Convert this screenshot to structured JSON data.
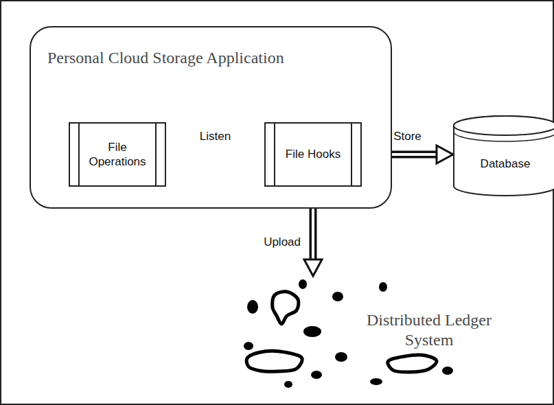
{
  "diagram": {
    "nodes": [
      {
        "text": [
          "Personal Cloud Storage Application"
        ]
      },
      {
        "text": [
          "File Operations"
        ],
        "in": 0
      },
      {
        "text": [
          "File Hooks"
        ],
        "in": 0
      },
      {
        "text": [
          "Database"
        ]
      },
      {
        "text": [
          "Distributed Ledger System"
        ]
      }
    ],
    "edges": [
      {
        "from": 2,
        "to": 1,
        "label": "Listen",
        "arrow": "to"
      },
      {
        "from": 2,
        "to": 3,
        "label": "Store",
        "arrow": "to"
      },
      {
        "from": 2,
        "to": 4,
        "label": "Upload",
        "arrow": "to"
      }
    ]
  }
}
